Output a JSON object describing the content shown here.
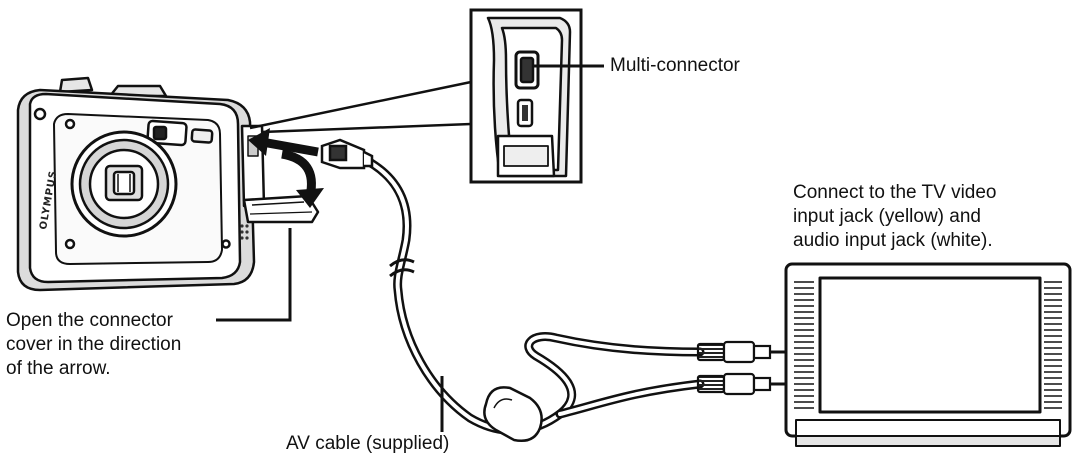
{
  "labels": {
    "multi_connector": "Multi-connector",
    "tv_line1": "Connect to the TV video",
    "tv_line2": "input jack (yellow) and",
    "tv_line3": "audio input jack (white).",
    "cover_line1": "Open the connector",
    "cover_line2": "cover in the direction",
    "cover_line3": "of the arrow.",
    "av_cable": "AV cable (supplied)"
  },
  "camera": {
    "brand": "OLYMPUS"
  },
  "colors": {
    "ink": "#111111",
    "paper": "#ffffff",
    "shade": "#d9d9d9"
  }
}
